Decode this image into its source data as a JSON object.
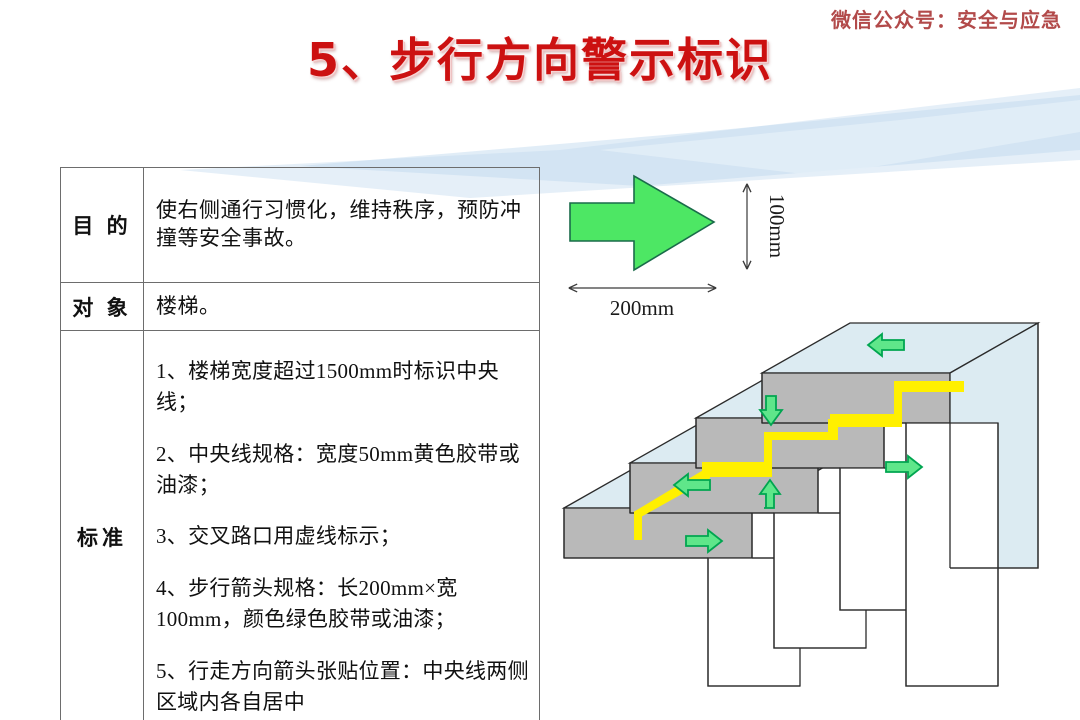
{
  "watermark": "微信公众号：安全与应急",
  "title": "5、步行方向警示标识",
  "table": {
    "rows": [
      {
        "label": "目 的",
        "value": "使右侧通行习惯化，维持秩序，预防冲撞等安全事故。"
      },
      {
        "label": "对 象",
        "value": "楼梯。"
      },
      {
        "label": "标准",
        "items": [
          "1、楼梯宽度超过1500mm时标识中央线；",
          "2、中央线规格：宽度50mm黄色胶带或油漆；",
          "3、交叉路口用虚线标示；",
          "4、步行箭头规格：长200mm×宽100mm，颜色绿色胶带或油漆；",
          "5、行走方向箭头张贴位置：中央线两侧区域内各自居中"
        ]
      }
    ]
  },
  "arrow_spec": {
    "width_label": "200mm",
    "height_label": "100mm",
    "arrow_fill": "#4DE764",
    "arrow_stroke": "#1a6b4a"
  },
  "stairs": {
    "tread_color": "#dcebf2",
    "riser_color": "#b9b9b9",
    "centerline_color": "#fff000",
    "arrow_fill": "#5fe68a",
    "arrow_stroke": "#00a550",
    "step_count": 4,
    "direction_arrows": [
      {
        "id": "step1-right",
        "direction": "right"
      },
      {
        "id": "step2-up",
        "direction": "up"
      },
      {
        "id": "step2-left",
        "direction": "left"
      },
      {
        "id": "step3-down",
        "direction": "down"
      },
      {
        "id": "step3-right",
        "direction": "right"
      },
      {
        "id": "step4-left",
        "direction": "left"
      }
    ]
  },
  "colors": {
    "title_red": "#cc1111",
    "watermark_red": "#b24a4a",
    "swoosh_blue": "#cfe2f3",
    "table_border": "#6d6d6d"
  }
}
